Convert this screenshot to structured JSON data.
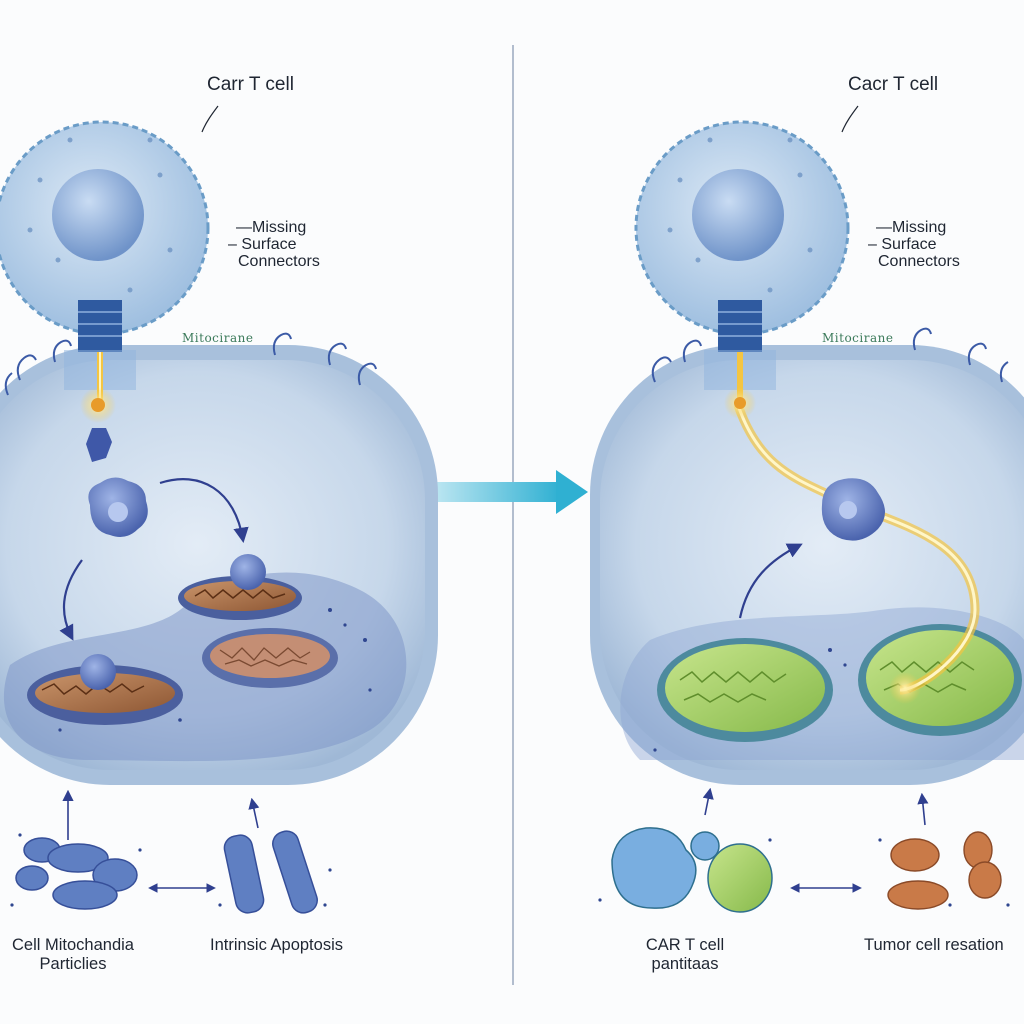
{
  "left": {
    "title": "Carr T cell",
    "side_label": [
      "—Missing",
      "– Surface",
      "Connectors"
    ],
    "membrane_label": "Mitocirane",
    "bottom_left": [
      "Cell Mitochandia",
      "Particlies"
    ],
    "bottom_right": "Intrinsic Apoptosis"
  },
  "right": {
    "title": "Cacr T cell",
    "side_label": [
      "—Missing",
      "– Surface",
      "Connectors"
    ],
    "membrane_label": "Mitocirane",
    "bottom_left": [
      "CAR T cell",
      "pantitaas"
    ],
    "bottom_right": "Tumor cell resation"
  },
  "colors": {
    "cell_body": "#b9cfe6",
    "tcell": "#a9c6e4",
    "arrow": "#41b6d3",
    "beam": "#f4c542",
    "damaged_mito": "#b8794a",
    "healthy_mito": "#a4cf63",
    "protein": "#5f7fc2"
  }
}
